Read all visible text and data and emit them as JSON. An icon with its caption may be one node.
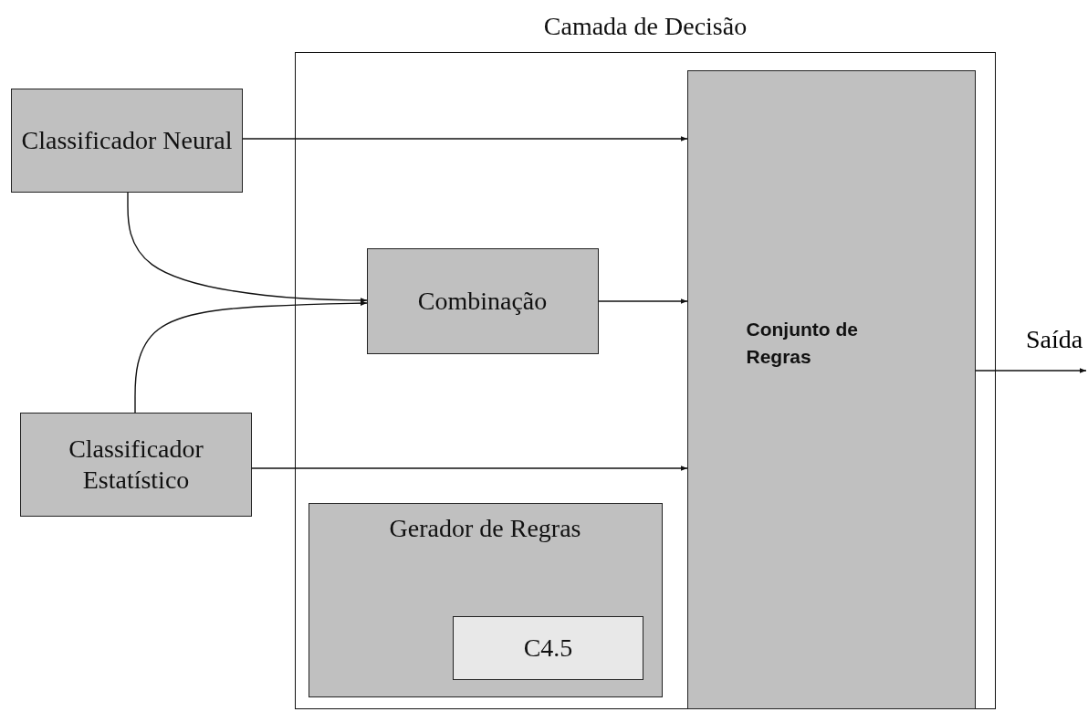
{
  "diagram": {
    "nodes": [
      {
        "text": [
          "Camada de Decisão"
        ]
      },
      {
        "text": [
          "Classificador Neural"
        ]
      },
      {
        "text": [
          "Combinação"
        ],
        "in": 0
      },
      {
        "text": [
          "Conjunto de Regras"
        ],
        "in": 0
      },
      {
        "text": [
          "Classificador Estatístico"
        ]
      },
      {
        "text": [
          "Gerador de Regras"
        ],
        "in": 0
      },
      {
        "text": [
          "C4.5"
        ],
        "in": 5
      }
    ],
    "edges": [
      {
        "from": 1,
        "to": 3,
        "arrow": "to"
      },
      {
        "from": 1,
        "to": 2,
        "arrow": "to"
      },
      {
        "from": 4,
        "to": 2,
        "arrow": "to"
      },
      {
        "from": 2,
        "to": 3,
        "arrow": "to"
      },
      {
        "from": 4,
        "to": 3,
        "arrow": "to"
      },
      {
        "from": 3,
        "to": null,
        "arrow": "to",
        "label": "Saída"
      }
    ]
  }
}
